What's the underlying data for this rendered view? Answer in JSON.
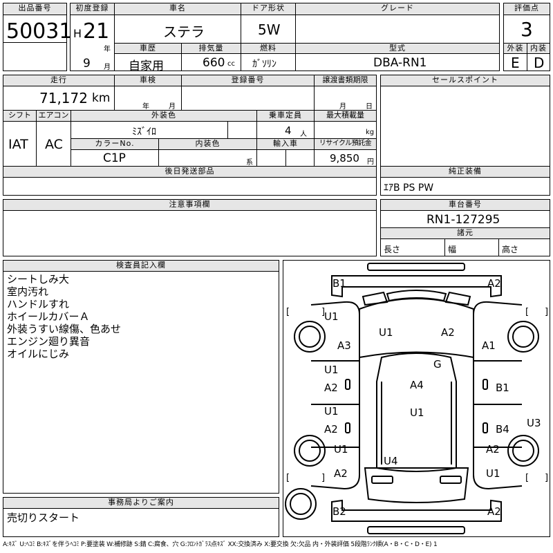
{
  "header": {
    "lot_label": "出品番号",
    "lot_number": "50031",
    "first_reg_label": "初度登録",
    "era": "H",
    "year": "21",
    "year_unit": "年",
    "month": "9",
    "month_unit": "月",
    "car_name_label": "車名",
    "car_name": "ステラ",
    "door_label": "ドア形状",
    "door": "5W",
    "grade_label": "グレード",
    "grade": "",
    "score_label": "評価点",
    "score": "3",
    "history_label": "車歴",
    "history": "自家用",
    "displacement_label": "排気量",
    "displacement": "660",
    "displacement_unit": "cc",
    "fuel_label": "燃料",
    "fuel": "ｶﾞｿﾘﾝ",
    "model_label": "型式",
    "model": "DBA-RN1",
    "exterior_label": "外装",
    "exterior": "E",
    "interior_label": "内装",
    "interior": "D"
  },
  "details": {
    "mileage_label": "走行",
    "mileage": "71,172",
    "mileage_unit": "km",
    "inspection_label": "車検",
    "insp_year_unit": "年",
    "insp_month_unit": "月",
    "reg_label": "登録番号",
    "transfer_label": "譲渡書類期限",
    "transfer_month_unit": "月",
    "transfer_day_unit": "日",
    "shift_label": "シフト",
    "shift": "IAT",
    "ac_label": "エアコン",
    "ac": "AC",
    "ext_color_label": "外装色",
    "ext_color": "ﾐｽﾞｲﾛ",
    "capacity_label": "乗車定員",
    "capacity": "4",
    "capacity_unit": "人",
    "max_load_label": "最大積載量",
    "max_load_unit": "kg",
    "color_no_label": "カラーNo.",
    "color_no": "C1P",
    "int_color_label": "内装色",
    "int_color_unit": "系",
    "import_label": "輸入車",
    "recycle_label": "リサイクル預託金",
    "recycle": "9,850",
    "recycle_unit": "円"
  },
  "sales_point_label": "セールスポイント",
  "later_parts_label": "後日発送部品",
  "equipment_label": "純正装備",
  "equipment": "ｴｱB PS PW",
  "caution_label": "注意事項欄",
  "chassis_label": "車台番号",
  "chassis": "RN1-127295",
  "dimensions_label": "諸元",
  "length_label": "長さ",
  "width_label": "幅",
  "height_label": "高さ",
  "inspector_label": "検査員記入欄",
  "inspector_notes": [
    "シートしみ大",
    "室内汚れ",
    "ハンドルすれ",
    "ホイールカバーＡ",
    "外装うすい線傷、色あせ",
    "エンジン廻り異音",
    "オイルにじみ"
  ],
  "office_label": "事務局よりご案内",
  "office_note": "売切りスタート",
  "diagram_labels": {
    "front_left": "B1",
    "front_right": "A2",
    "left_front_fender": "U1",
    "left_front_door_panel": "A3",
    "hood_left": "U1",
    "hood_right": "A2",
    "windshield": "G",
    "right_front_fender": "A1",
    "left_door_u": "U1",
    "left_door_a": "A2",
    "roof": "A4",
    "right_front_door": "B1",
    "left_rear_door_u": "U1",
    "left_rear_door_a": "A2",
    "roof_rear": "U1",
    "right_rear_door": "B4",
    "right_side": "U3",
    "left_rear_fender_u": "U1",
    "rear_glass": "U4",
    "right_rear_fender": "A2",
    "left_rear_corner": "A2",
    "right_rear_corner": "U1",
    "rear_left": "B2",
    "rear_right": "A2",
    "bracket_open": "[",
    "bracket_close": "]"
  },
  "legend": "A:ｷｽﾞ U:ﾍｺﾐ B:ｷｽﾞを伴うﾍｺﾐ P:要塗装 W:補修跡 S:錆 C:腐食、穴 G:ﾌﾛﾝﾄｶﾞﾗｽ点ｷｽﾞ XX:交換済み X:要交換 欠:欠品 内・外装評価 5段階ﾗﾝｸ順(A・B・C・D・E) 1"
}
